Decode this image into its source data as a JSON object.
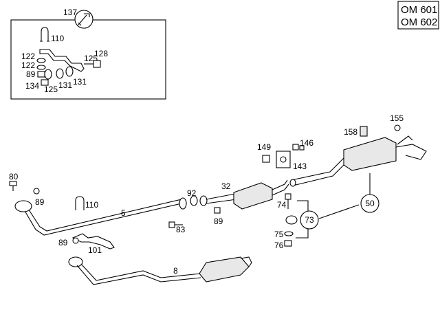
{
  "engines": [
    "OM 601",
    "OM 602"
  ],
  "detail_box": {
    "labels": {
      "n137": "137",
      "n110": "110",
      "n122a": "122",
      "n122b": "122",
      "n89": "89",
      "n134": "134",
      "n125a": "125",
      "n125b": "125",
      "n131a": "131",
      "n131b": "131",
      "n128": "128"
    }
  },
  "parts": {
    "p5": "5",
    "p8": "8",
    "p32": "32",
    "p50": "50",
    "p73": "73",
    "p74": "74",
    "p75": "75",
    "p76": "76",
    "p80": "80",
    "p83": "83",
    "p89a": "89",
    "p89b": "89",
    "p89c": "89",
    "p92": "92",
    "p101": "101",
    "p110": "110",
    "p143": "143",
    "p146": "146",
    "p149": "149",
    "p155": "155",
    "p158": "158"
  }
}
